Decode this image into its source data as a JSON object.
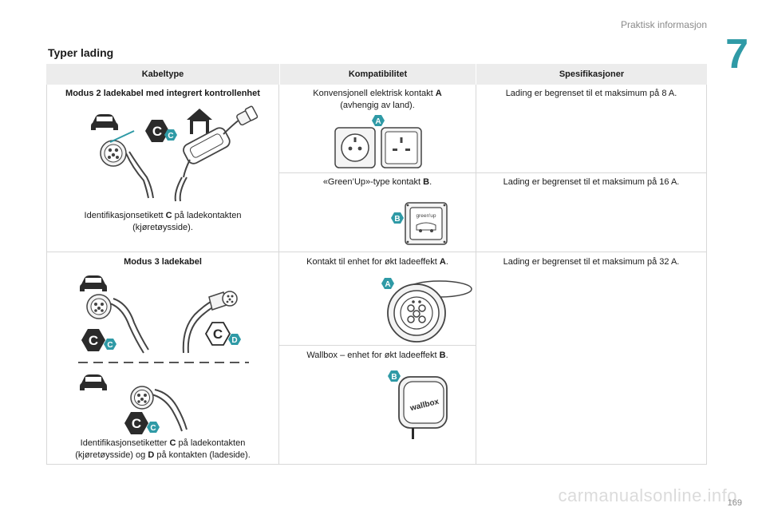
{
  "header": {
    "section": "Praktisk informasjon",
    "chapter": "7"
  },
  "title": "Typer lading",
  "table": {
    "headers": [
      "Kabeltype",
      "Kompatibilitet",
      "Spesifikasjoner"
    ],
    "mode2": {
      "title": "Modus 2 ladekabel med integrert kontrollenhet",
      "caption_pre": "Identifikasjonsetikett ",
      "caption_bold": "C",
      "caption_post": " på ladekontakten (kjøretøysside).",
      "compat_a_pre": "Konvensjonell elektrisk kontakt ",
      "compat_a_bold": "A",
      "compat_a_post": " (avhengig av land).",
      "spec_a": "Lading er begrenset til et maksimum på 8 A.",
      "compat_b_pre": "«Green’Up»-type kontakt ",
      "compat_b_bold": "B",
      "compat_b_post": ".",
      "spec_b": "Lading er begrenset til et maksimum på 16 A.",
      "greenup_label": "green'up"
    },
    "mode3": {
      "title": "Modus 3 ladekabel",
      "caption_pre": "Identifikasjonsetiketter ",
      "caption_bold1": "C",
      "caption_mid": " på ladekontakten (kjøretøysside) og ",
      "caption_bold2": "D",
      "caption_post": " på kontakten (ladeside).",
      "compat_a_pre": "Kontakt til enhet for økt ladeeffekt ",
      "compat_a_bold": "A",
      "compat_a_post": ".",
      "compat_b_pre": "Wallbox – enhet for økt ladeeffekt ",
      "compat_b_bold": "B",
      "compat_b_post": ".",
      "spec": "Lading er begrenset til et maksimum på 32 A.",
      "wallbox_label": "wallbox"
    }
  },
  "badges": {
    "a": "A",
    "b": "B",
    "c": "C",
    "d": "D"
  },
  "page_number": "169",
  "watermark": "carmanualsonline.info",
  "colors": {
    "accent": "#2f9aa6",
    "dark": "#2b2b2b"
  }
}
